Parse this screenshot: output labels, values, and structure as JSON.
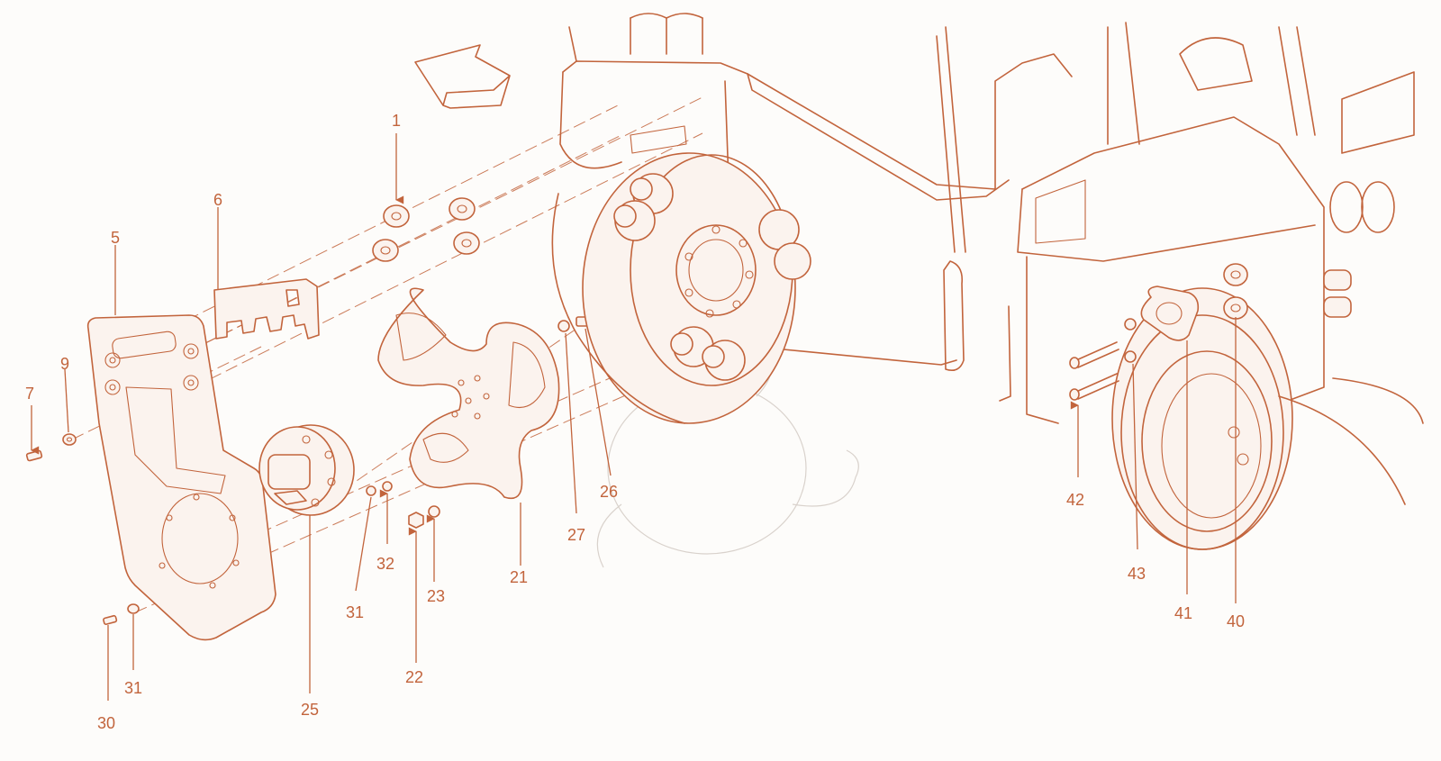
{
  "colors": {
    "line": "#c2643c",
    "background": "#fdfcfa",
    "watermark": "#d9d2cc"
  },
  "callouts": [
    "1",
    "5",
    "6",
    "7",
    "9",
    "21",
    "22",
    "23",
    "25",
    "26",
    "27",
    "30",
    "31",
    "31",
    "32",
    "40",
    "41",
    "42",
    "43"
  ]
}
